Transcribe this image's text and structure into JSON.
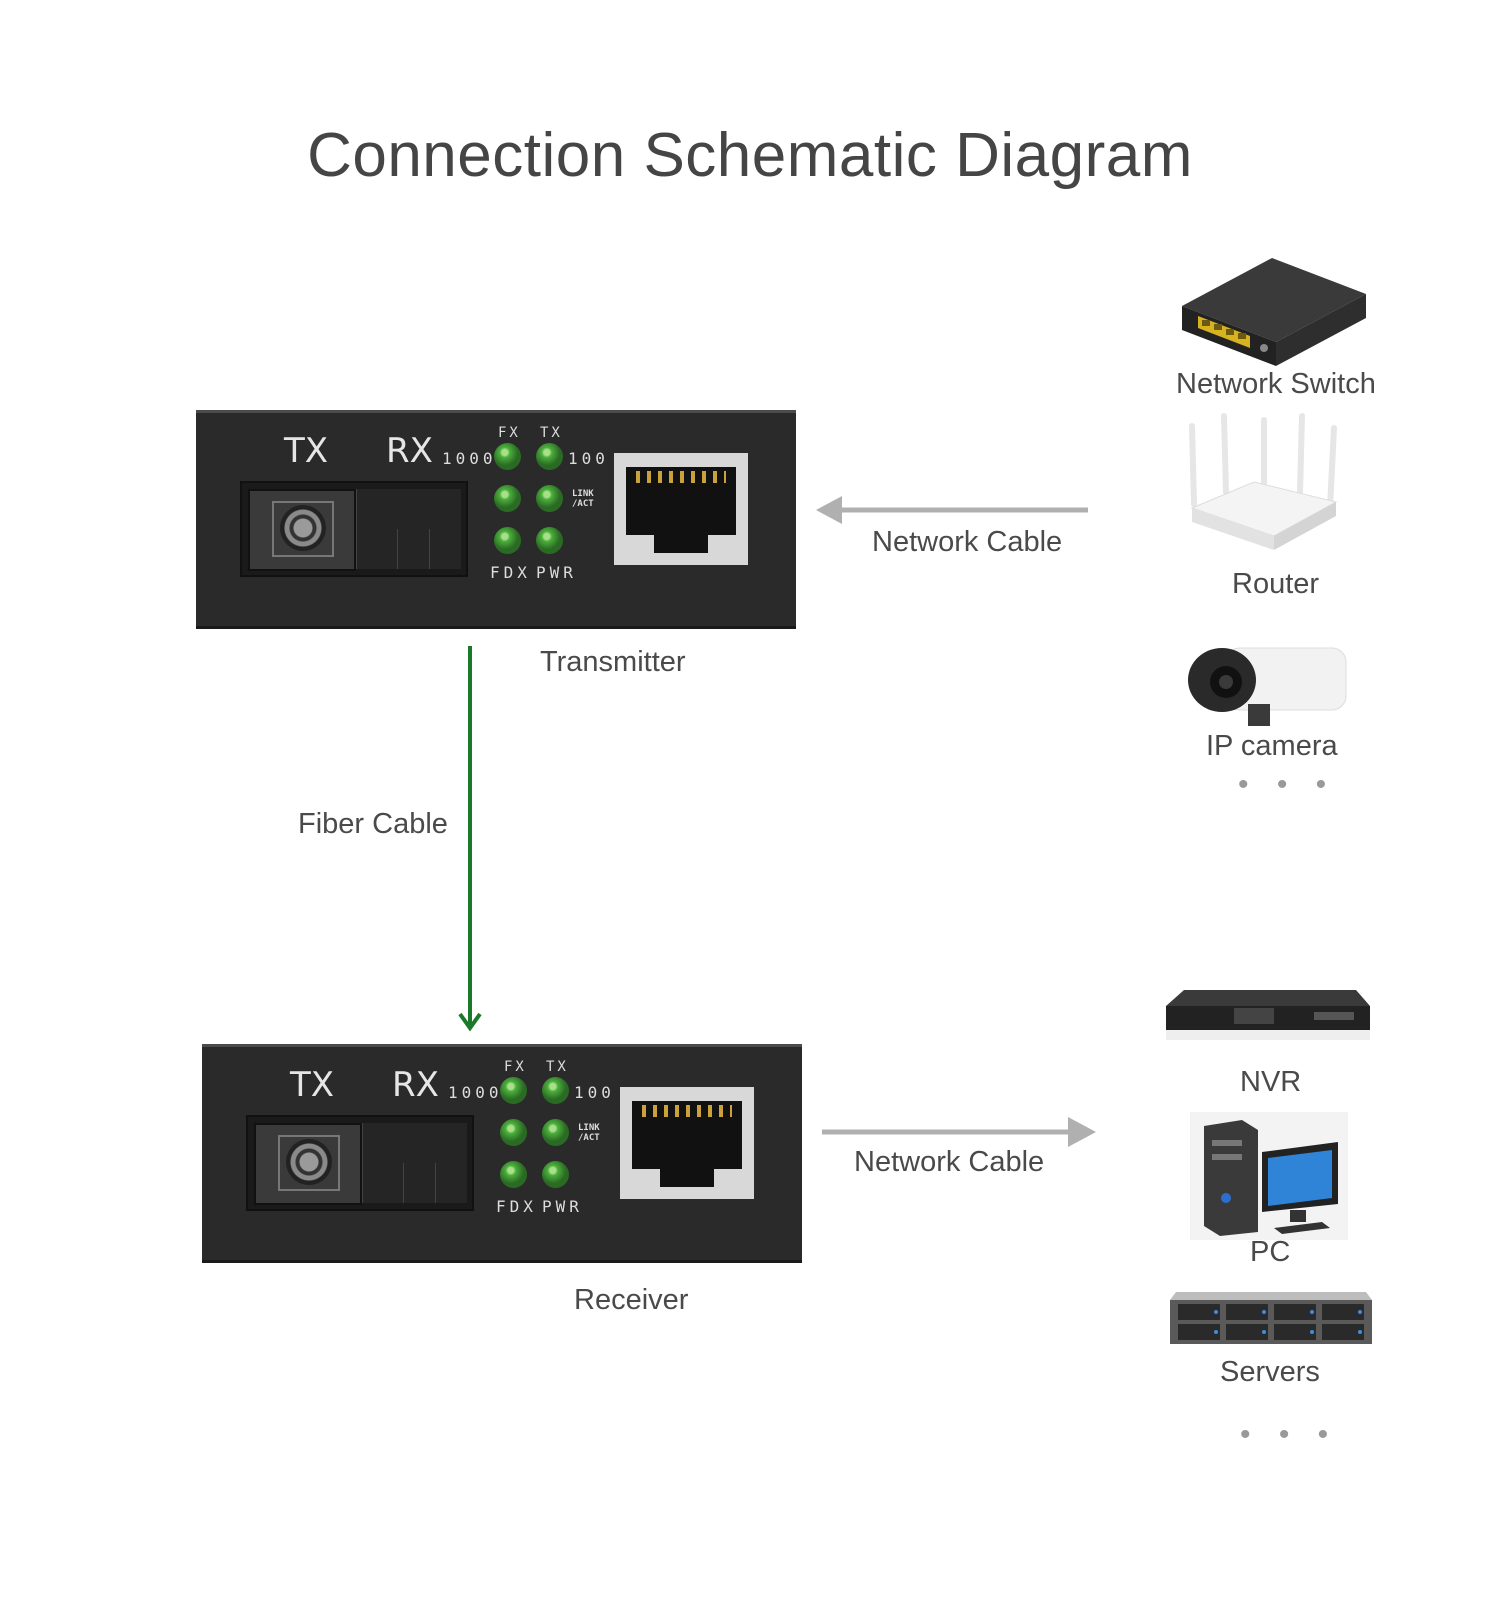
{
  "title": "Connection Schematic Diagram",
  "units": {
    "transmitter": {
      "name": "Transmitter",
      "tx_label": "TX",
      "rx_label": "RX",
      "led_labels": {
        "fx": "FX",
        "tx": "TX",
        "speed_1000": "1000",
        "speed_100": "100",
        "link": "LINK\n/ACT",
        "fdx": "FDX",
        "pwr": "PWR"
      }
    },
    "receiver": {
      "name": "Receiver",
      "tx_label": "TX",
      "rx_label": "RX",
      "led_labels": {
        "fx": "FX",
        "tx": "TX",
        "speed_1000": "1000",
        "speed_100": "100",
        "link": "LINK\n/ACT",
        "fdx": "FDX",
        "pwr": "PWR"
      }
    }
  },
  "connections": {
    "fiber_label": "Fiber Cable",
    "network_top_label": "Network Cable",
    "network_bottom_label": "Network Cable"
  },
  "source_devices": [
    {
      "name": "Network Switch",
      "icon": "network-switch-icon"
    },
    {
      "name": "Router",
      "icon": "router-icon"
    },
    {
      "name": "IP camera",
      "icon": "ip-camera-icon"
    }
  ],
  "source_more": "• • •",
  "target_devices": [
    {
      "name": "NVR",
      "icon": "nvr-icon"
    },
    {
      "name": "PC",
      "icon": "pc-icon"
    },
    {
      "name": "Servers",
      "icon": "servers-icon"
    }
  ],
  "target_more": "• • •",
  "colors": {
    "fiber": "#1b7a2a",
    "network": "#b0b0b0",
    "device_body": "#2a2a2a",
    "led": "#4caf3c"
  }
}
